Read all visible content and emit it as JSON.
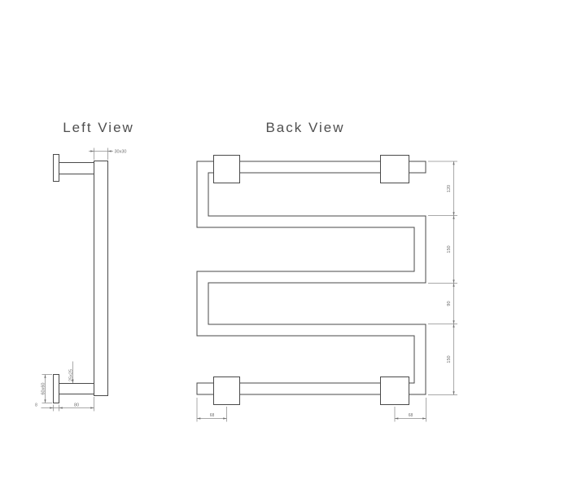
{
  "drawing": {
    "left_view": {
      "title": "Left View",
      "dim_tube_section": "30x30",
      "dim_arm_section": "25x25",
      "dim_plate": "60x60",
      "dim_plate_thickness": "8",
      "dim_arm_length": "80"
    },
    "back_view": {
      "title": "Back View",
      "right_chain": [
        "120",
        "150",
        "90",
        "150"
      ],
      "dim_bottom_left": "68",
      "dim_bottom_right": "68"
    },
    "colors": {
      "line": "#4a4a4a",
      "dim_line": "#8c8c8c",
      "dim_text": "#6f6f6f",
      "title_text": "#4f4f4f",
      "background": "#ffffff"
    }
  }
}
